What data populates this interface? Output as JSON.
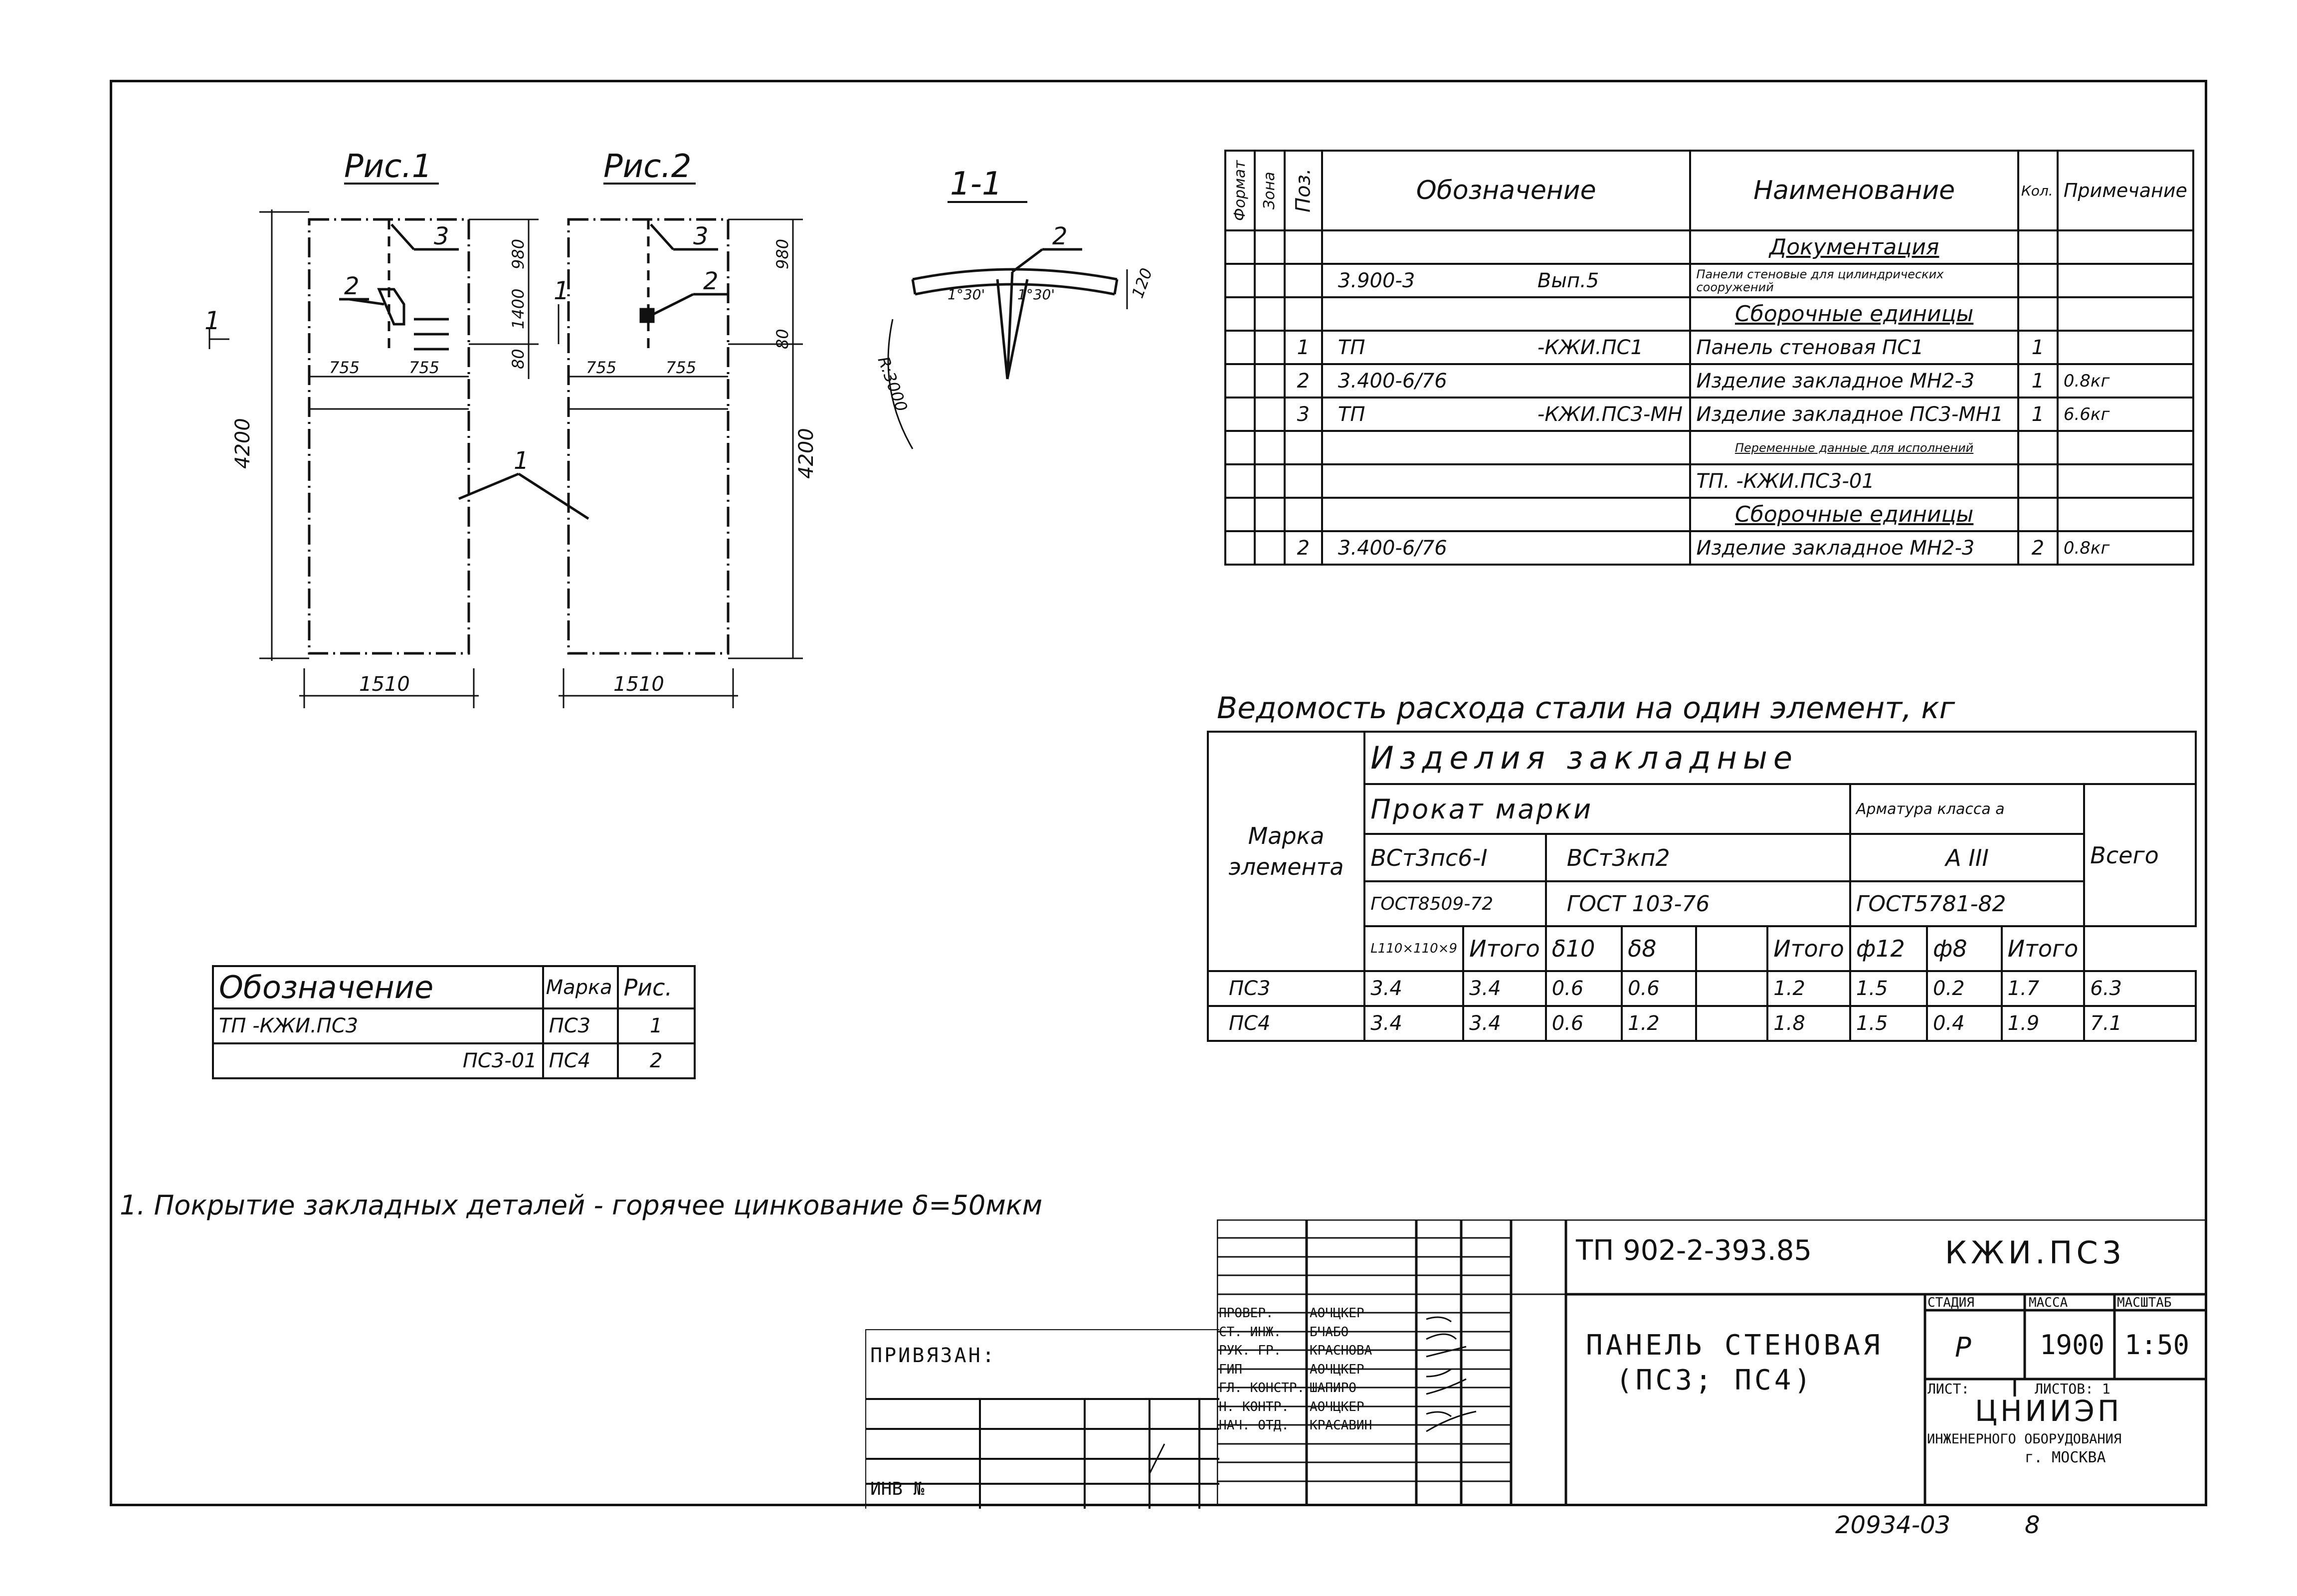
{
  "figures": {
    "fig1_title": "Рис.1",
    "fig2_title": "Рис.2",
    "section_title": "1-1",
    "dims": {
      "h4200": "4200",
      "w1510": "1510",
      "d755": "755",
      "d980": "980",
      "d80": "80",
      "d1400": "1400",
      "d120": "120",
      "r3000": "R:3000",
      "ang130": "1°30'",
      "cut": "1"
    },
    "leaders": {
      "p1": "1",
      "p2": "2",
      "p3": "3"
    }
  },
  "spec": {
    "headers": {
      "format": "Формат",
      "zone": "Зона",
      "pos": "Поз.",
      "designation": "Обозначение",
      "name": "Наименование",
      "qty": "Кол.",
      "note": "Примечание"
    },
    "rows": [
      {
        "pos": "",
        "designation": "",
        "suffix": "",
        "name": "Документация",
        "qty": "",
        "note": "",
        "section": true
      },
      {
        "pos": "",
        "designation": "3.900-3",
        "suffix": "Вып.5",
        "name": "Панели стеновые для цилиндрических сооружений",
        "qty": "",
        "note": "",
        "section": false
      },
      {
        "pos": "",
        "designation": "",
        "suffix": "",
        "name": "Сборочные единицы",
        "qty": "",
        "note": "",
        "section": true
      },
      {
        "pos": "1",
        "designation": "ТП",
        "suffix": "-КЖИ.ПС1",
        "name": "Панель стеновая ПС1",
        "qty": "1",
        "note": "",
        "section": false
      },
      {
        "pos": "2",
        "designation": "3.400-6/76",
        "suffix": "",
        "name": "Изделие закладное МН2-3",
        "qty": "1",
        "note": "0.8кг",
        "section": false
      },
      {
        "pos": "3",
        "designation": "ТП",
        "suffix": "-КЖИ.ПС3-МН",
        "name": "Изделие закладное ПС3-МН1",
        "qty": "1",
        "note": "6.6кг",
        "section": false
      },
      {
        "pos": "",
        "designation": "",
        "suffix": "",
        "name": "Переменные данные для исполнений",
        "qty": "",
        "note": "",
        "section": true
      },
      {
        "pos": "",
        "designation": "",
        "suffix": "",
        "name": "ТП.        -КЖИ.ПС3-01",
        "qty": "",
        "note": "",
        "section": false
      },
      {
        "pos": "",
        "designation": "",
        "suffix": "",
        "name": "Сборочные единицы",
        "qty": "",
        "note": "",
        "section": true
      },
      {
        "pos": "2",
        "designation": "3.400-6/76",
        "suffix": "",
        "name": "Изделие закладное МН2-3",
        "qty": "2",
        "note": "0.8кг",
        "section": false
      }
    ]
  },
  "steel": {
    "title": "Ведомость расхода стали на один элемент, кг",
    "h_embedded": "Изделия закладные",
    "h_rolled": "Прокат марки",
    "h_rebar": "Арматура класса",
    "h_mark": "Марка элемента",
    "h_total": "Всего",
    "grade1": "ВСт3пс6-I",
    "grade2": "ВСт3кп2",
    "rebar_class": "А III",
    "gost1": "ГОСТ8509-72",
    "gost2": "ГОСТ   103-76",
    "gost3": "ГОСТ5781-82",
    "sub": [
      "L110×110×9",
      "Итого",
      "δ10",
      "δ8",
      "",
      "Итого",
      "ф12",
      "ф8",
      "Итого"
    ],
    "rows": [
      {
        "mark": "ПС3",
        "vals": [
          "3.4",
          "3.4",
          "0.6",
          "0.6",
          "",
          "1.2",
          "1.5",
          "0.2",
          "1.7"
        ],
        "total": "6.3"
      },
      {
        "mark": "ПС4",
        "vals": [
          "3.4",
          "3.4",
          "0.6",
          "1.2",
          "",
          "1.8",
          "1.5",
          "0.4",
          "1.9"
        ],
        "total": "7.1"
      }
    ]
  },
  "marks": {
    "headers": {
      "designation": "Обозначение",
      "mark": "Марка",
      "fig": "Рис."
    },
    "rows": [
      {
        "designation": "ТП          -КЖИ.ПС3",
        "mark": "ПС3",
        "fig": "1"
      },
      {
        "designation": "ПС3-01",
        "mark": "ПС4",
        "fig": "2"
      }
    ]
  },
  "note": "1. Покрытие закладных деталей - горячее цинкование δ=50мкм",
  "title_block": {
    "doc_number": "ТП  902-2-393.85",
    "doc_code": "КЖИ.ПС3",
    "title_line1": "ПАНЕЛЬ СТЕНОВАЯ",
    "title_line2": "(ПС3; ПС4)",
    "stage_label": "СТАДИЯ",
    "mass_label": "МАССА",
    "scale_label": "МАСШТАБ",
    "stage": "Р",
    "mass": "1900",
    "scale": "1:50",
    "sheet_label": "ЛИСТ:",
    "sheets_label": "ЛИСТОВ: 1",
    "org1": "ЦНИИЭП",
    "org2": "ИНЖЕНЕРНОГО ОБОРУДОВАНИЯ",
    "org3": "г. МОСКВА",
    "privyazan": "ПРИВЯЗАН:",
    "inv": "ИНВ №",
    "signers": [
      {
        "role": "ПРОВЕР.",
        "name": "АОЧЦКЕР"
      },
      {
        "role": "СТ. ИНЖ.",
        "name": "БЧАБО"
      },
      {
        "role": "РУК. ГР.",
        "name": "КРАСНОВА"
      },
      {
        "role": "ГИП",
        "name": "АОЧЦКЕР"
      },
      {
        "role": "ГЛ. КОНСТР.",
        "name": "ШАПИРО"
      },
      {
        "role": "Н. КОНТР.",
        "name": "АОЧЦКЕР"
      },
      {
        "role": "НАЧ. ОТД.",
        "name": "КРАСАВИН"
      }
    ],
    "footer_number": "20934-03",
    "page": "8"
  }
}
